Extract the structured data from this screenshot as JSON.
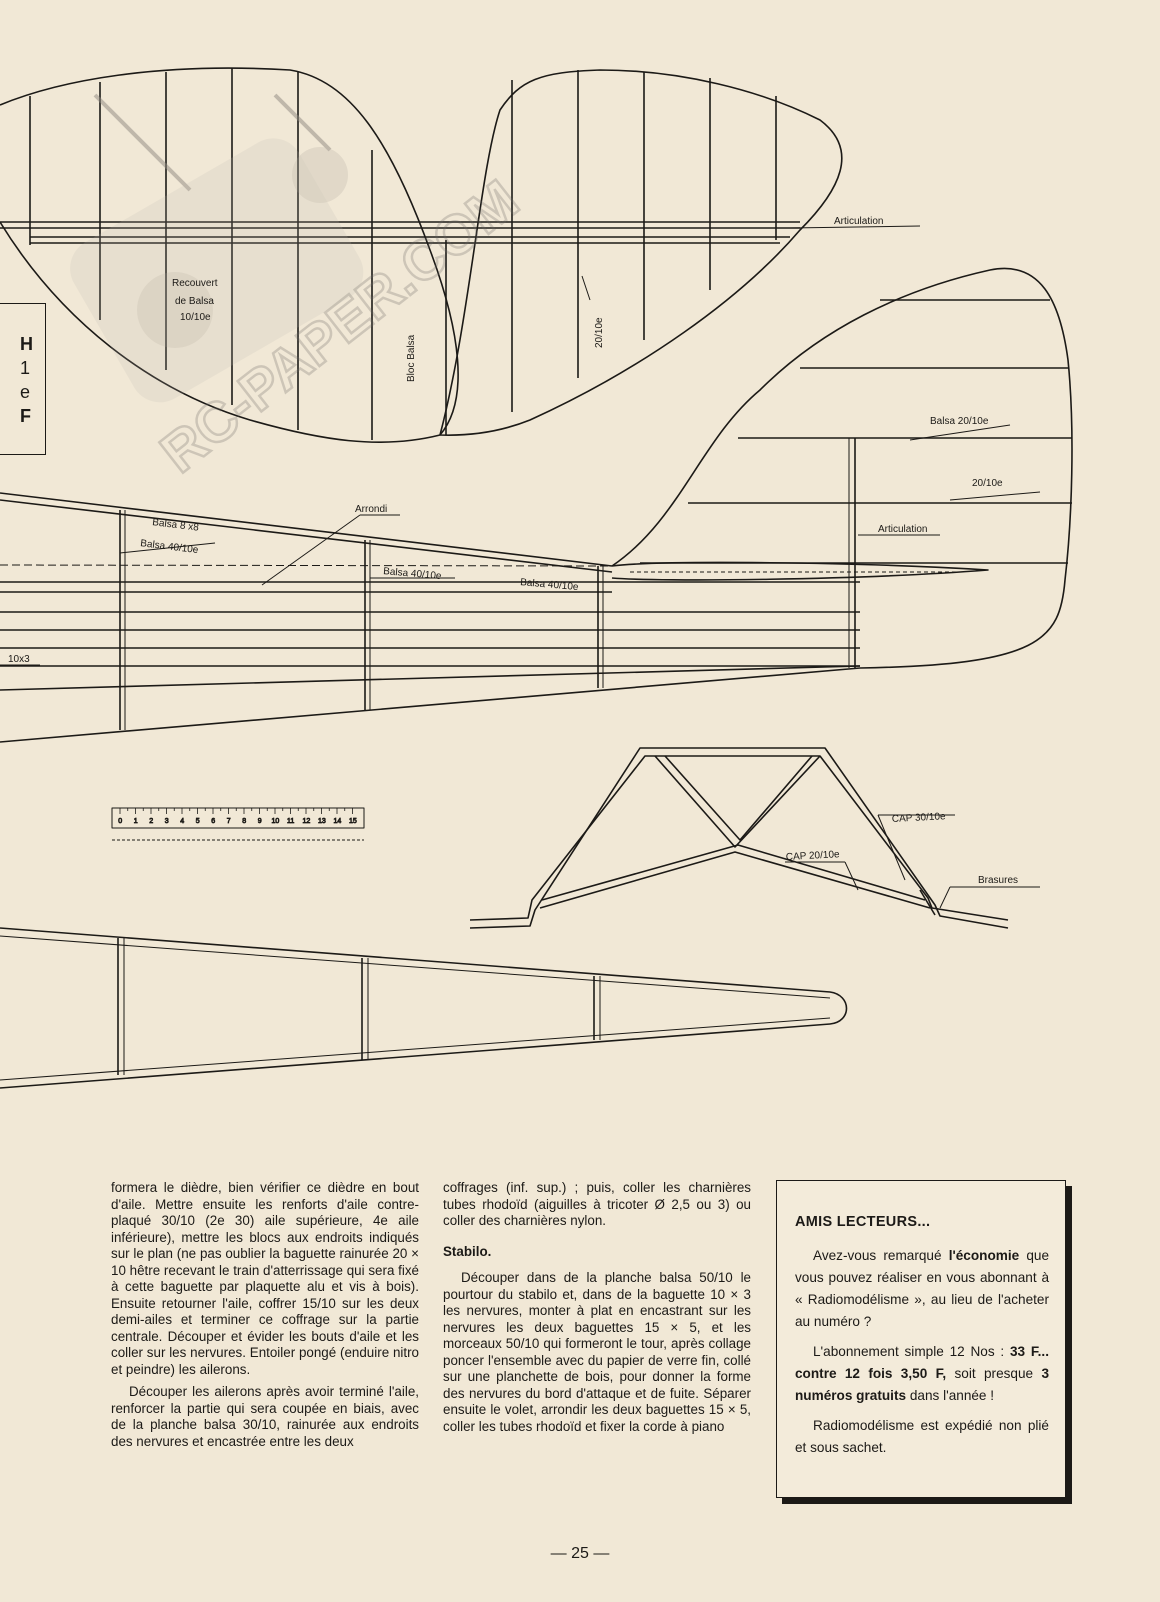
{
  "labels": {
    "recouvert_line1": "Recouvert",
    "recouvert_line2": "de Balsa",
    "recouvert_line3": "10/10e",
    "bloc_balsa": "Bloc Balsa",
    "articulation_top": "Articulation",
    "rib_20_10": "20/10e",
    "balsa_20_10": "Balsa 20/10e",
    "stab_20_10": "20/10e",
    "articulation_stab": "Articulation",
    "arrondi": "Arrondi",
    "balsa_8x8": "Balsa 8 x8",
    "balsa_40_10_a": "Balsa 40/10e",
    "balsa_40_10_b": "Balsa 40/10e",
    "balsa_40_10_c": "Balsa 40/10e",
    "baguette_10x3": "10x3",
    "cap_30_10": "CAP 30/10e",
    "cap_20_10": "CAP 20/10e",
    "brasures": "Brasures"
  },
  "ruler": {
    "ticks": [
      "0",
      "1",
      "2",
      "3",
      "4",
      "5",
      "6",
      "7",
      "8",
      "9",
      "10",
      "11",
      "12",
      "13",
      "14",
      "15"
    ]
  },
  "watermark": "RC-PAPER.COM",
  "sidebox": {
    "l1": "H",
    "l2": "1",
    "l3": "e",
    "l4": "F"
  },
  "article": {
    "col1_p1": "formera le dièdre, bien vérifier ce dièdre en bout d'aile. Mettre ensuite les renforts d'aile contre-plaqué 30/10 (2e 30) aile supérieure, 4e aile inférieure), mettre les blocs aux endroits indiqués sur le plan (ne pas oublier la baguette rainurée 20 × 10 hêtre recevant le train d'atterrissage qui sera fixé à cette baguette par plaquette alu et vis à bois). Ensuite retourner l'aile, coffrer 15/10 sur les deux demi-ailes et terminer ce coffrage sur la partie centrale. Découper et évider les bouts d'aile et les coller sur les nervures. Entoiler pongé (enduire nitro et peindre) les ailerons.",
    "col1_p2": "Découper les ailerons après avoir terminé l'aile, renforcer la partie qui sera coupée en biais, avec de la planche balsa 30/10, rainurée aux endroits des nervures et encastrée entre les deux",
    "col2_p1": "coffrages (inf. sup.) ; puis, coller les charnières tubes rhodoïd (aiguilles à tricoter Ø 2,5 ou 3) ou coller des charnières nylon.",
    "col2_heading": "Stabilo.",
    "col2_p2": "Découper dans de la planche balsa 50/10 le pourtour du stabilo et, dans de la baguette 10 × 3 les nervures, monter à plat en encastrant sur les nervures les deux baguettes 15 × 5, et les morceaux 50/10 qui formeront le tour, après collage poncer l'ensemble avec du papier de verre fin, collé sur une planchette de bois, pour donner la forme des nervures du bord d'attaque et de fuite. Séparer ensuite le volet, arrondir les deux baguettes 15 × 5, coller les tubes rhodoïd et fixer la corde à piano"
  },
  "box": {
    "title": "AMIS LECTEURS...",
    "p1_a": "Avez-vous remarqué ",
    "p1_b": "l'économie",
    "p1_c": " que vous pouvez réaliser en vous abonnant à « Radiomodélisme », au lieu de l'acheter au numéro ?",
    "p2_a": "L'abonnement simple 12 Nos : ",
    "p2_b": "33 F... contre 12 fois 3,50 F,",
    "p2_c": " soit presque ",
    "p2_d": "3 numéros gratuits",
    "p2_e": " dans l'année !",
    "p3": "Radiomodélisme est expédié non plié et sous sachet."
  },
  "page_number": "— 25 —"
}
